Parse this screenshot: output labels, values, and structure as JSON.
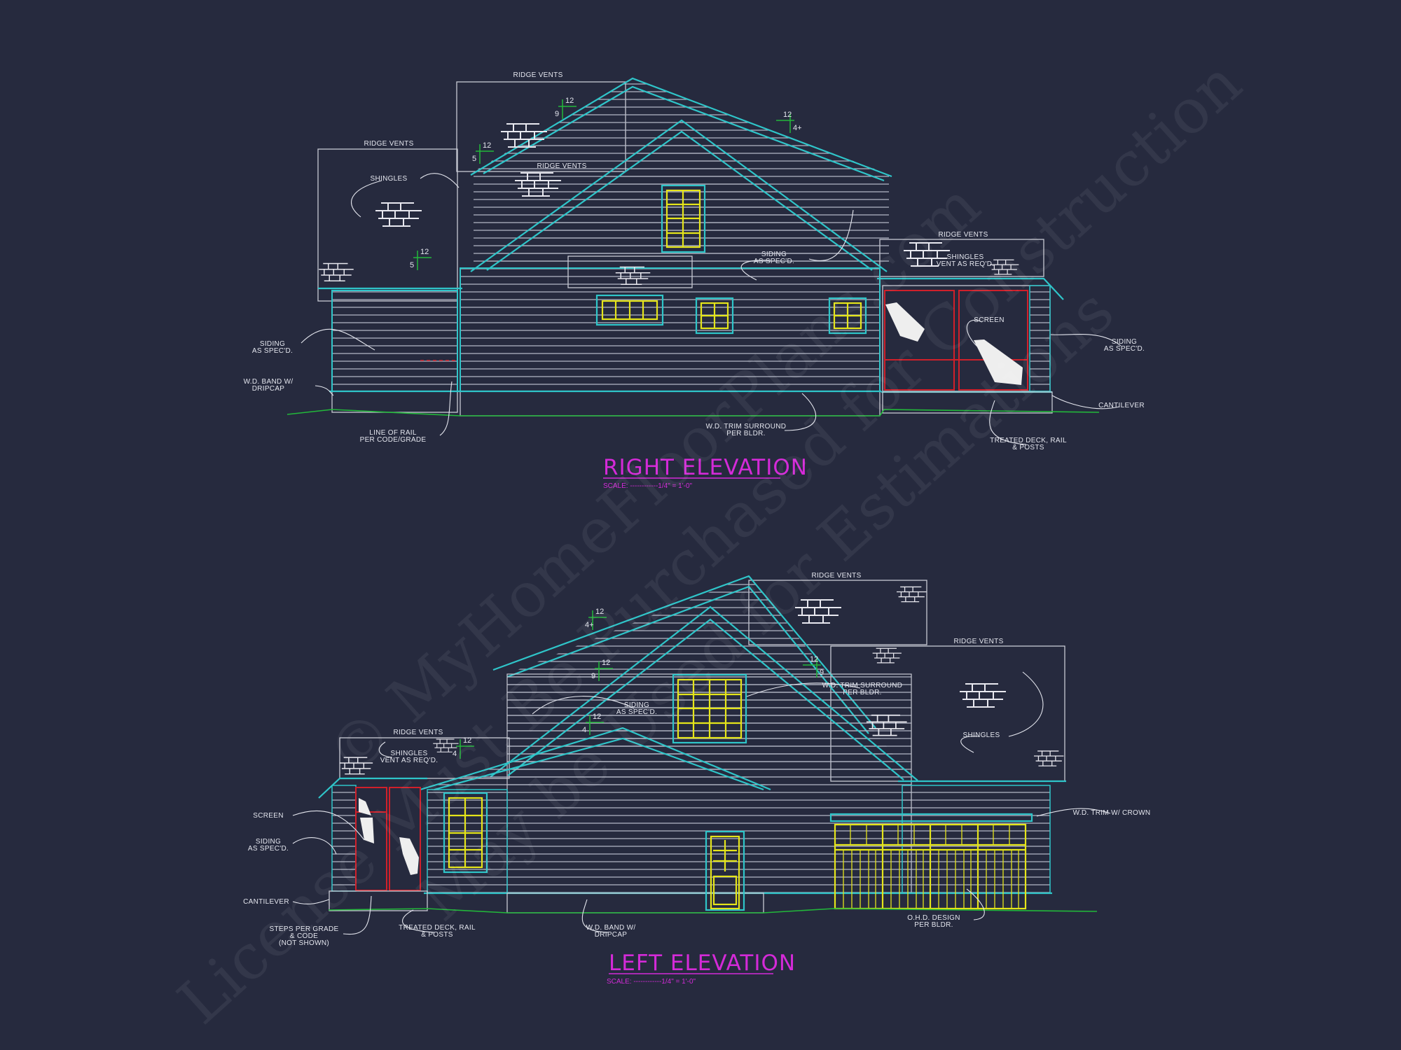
{
  "colors": {
    "background": "#262a3e",
    "trim": "#2fc5c9",
    "windows": "#e5e51a",
    "screens": "#d0202a",
    "grade": "#22b83a",
    "titles": "#d42ad8",
    "linework": "#c8cad4"
  },
  "watermark": [
    "© MyHomeFloorPlans.com",
    "License Must Be Purchased for Construction",
    "May be Used for Estimations"
  ],
  "right_elevation": {
    "title": "RIGHT ELEVATION",
    "scale": "SCALE: ------------1/4\" = 1'-0\"",
    "labels": [
      {
        "lines": [
          "RIDGE VENTS"
        ]
      },
      {
        "lines": [
          "RIDGE VENTS"
        ]
      },
      {
        "lines": [
          "SHINGLES"
        ]
      },
      {
        "lines": [
          "RIDGE VENTS"
        ]
      },
      {
        "lines": [
          "SIDING",
          "AS SPEC'D."
        ]
      },
      {
        "lines": [
          "RIDGE VENTS"
        ]
      },
      {
        "lines": [
          "SHINGLES",
          "VENT AS REQ'D."
        ]
      },
      {
        "lines": [
          "SCREEN"
        ]
      },
      {
        "lines": [
          "SIDING",
          "AS SPEC'D."
        ]
      },
      {
        "lines": [
          "CANTILEVER"
        ]
      },
      {
        "lines": [
          "TREATED DECK, RAIL",
          "& POSTS"
        ]
      },
      {
        "lines": [
          "W.D. TRIM SURROUND",
          "PER BLDR."
        ]
      },
      {
        "lines": [
          "LINE OF RAIL",
          "PER CODE/GRADE"
        ]
      },
      {
        "lines": [
          "W.D. BAND W/",
          "DRIPCAP"
        ]
      },
      {
        "lines": [
          "SIDING",
          "AS SPEC'D."
        ]
      }
    ],
    "pitches": [
      {
        "run": "12",
        "rise": "9"
      },
      {
        "run": "12",
        "rise": "5"
      },
      {
        "run": "12",
        "rise": "5"
      },
      {
        "run": "12",
        "rise": "4+"
      }
    ]
  },
  "left_elevation": {
    "title": "LEFT ELEVATION",
    "scale": "SCALE: ------------1/4\" = 1'-0\"",
    "labels": [
      {
        "lines": [
          "RIDGE VENTS"
        ]
      },
      {
        "lines": [
          "RIDGE VENTS"
        ]
      },
      {
        "lines": [
          "W.D. TRIM SURROUND",
          "PER BLDR."
        ]
      },
      {
        "lines": [
          "SIDING",
          "AS SPEC'D."
        ]
      },
      {
        "lines": [
          "SHINGLES"
        ]
      },
      {
        "lines": [
          "RIDGE VENTS"
        ]
      },
      {
        "lines": [
          "SHINGLES",
          "VENT AS REQ'D."
        ]
      },
      {
        "lines": [
          "W.D. TRIM W/ CROWN"
        ]
      },
      {
        "lines": [
          "SCREEN"
        ]
      },
      {
        "lines": [
          "SIDING",
          "AS SPEC'D."
        ]
      },
      {
        "lines": [
          "CANTILEVER"
        ]
      },
      {
        "lines": [
          "STEPS PER GRADE",
          "& CODE",
          "(NOT SHOWN)"
        ]
      },
      {
        "lines": [
          "TREATED DECK, RAIL",
          "& POSTS"
        ]
      },
      {
        "lines": [
          "W.D. BAND W/",
          "DRIPCAP"
        ]
      },
      {
        "lines": [
          "O.H.D. DESIGN",
          "PER BLDR."
        ]
      }
    ],
    "pitches": [
      {
        "run": "12",
        "rise": "4+"
      },
      {
        "run": "12",
        "rise": "9"
      },
      {
        "run": "12",
        "rise": "9"
      },
      {
        "run": "12",
        "rise": "4"
      },
      {
        "run": "12",
        "rise": "4"
      }
    ]
  }
}
